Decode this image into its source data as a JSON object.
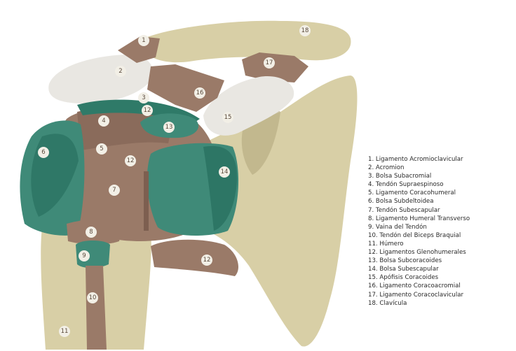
{
  "legend": [
    "1. Ligamento Acromioclavicular",
    "2. Acromion",
    "3. Bolsa Subacromial",
    "4. Tendón Supraespinoso",
    "5. Ligamento Coracohumeral",
    "6. Bolsa Subdeltoidea",
    "7. Tendón Subescapular",
    "8. Ligamento Humeral Transverso",
    "9. Vaina del Tendón",
    "10. Tendón del Biceps Braquial",
    "11. Húmero",
    "12. Ligamentos Glenohumerales",
    "13. Bolsa Subcoracoides",
    "14. Bolsa Subescapular",
    "15. Apófisis Coracoides",
    "16. Ligamento Coracoacromial",
    "17. Ligamento Coracoclavicular",
    "18. Clavícula"
  ],
  "markers": [
    "1",
    "2",
    "3",
    "4",
    "5",
    "6",
    "7",
    "8",
    "9",
    "10",
    "11",
    "12",
    "12",
    "12",
    "13",
    "14",
    "15",
    "16",
    "17",
    "18"
  ],
  "colors": {
    "bone": "#d8cfa6",
    "bone_shadow": "#b9ae84",
    "ligament": "#9a7a68",
    "ligament_dark": "#7d5f50",
    "bursa_white": "#e9e7e2",
    "bursa_green": "#3f8a78",
    "bursa_green_dark": "#1f6656",
    "text": "#2a2a2a"
  }
}
